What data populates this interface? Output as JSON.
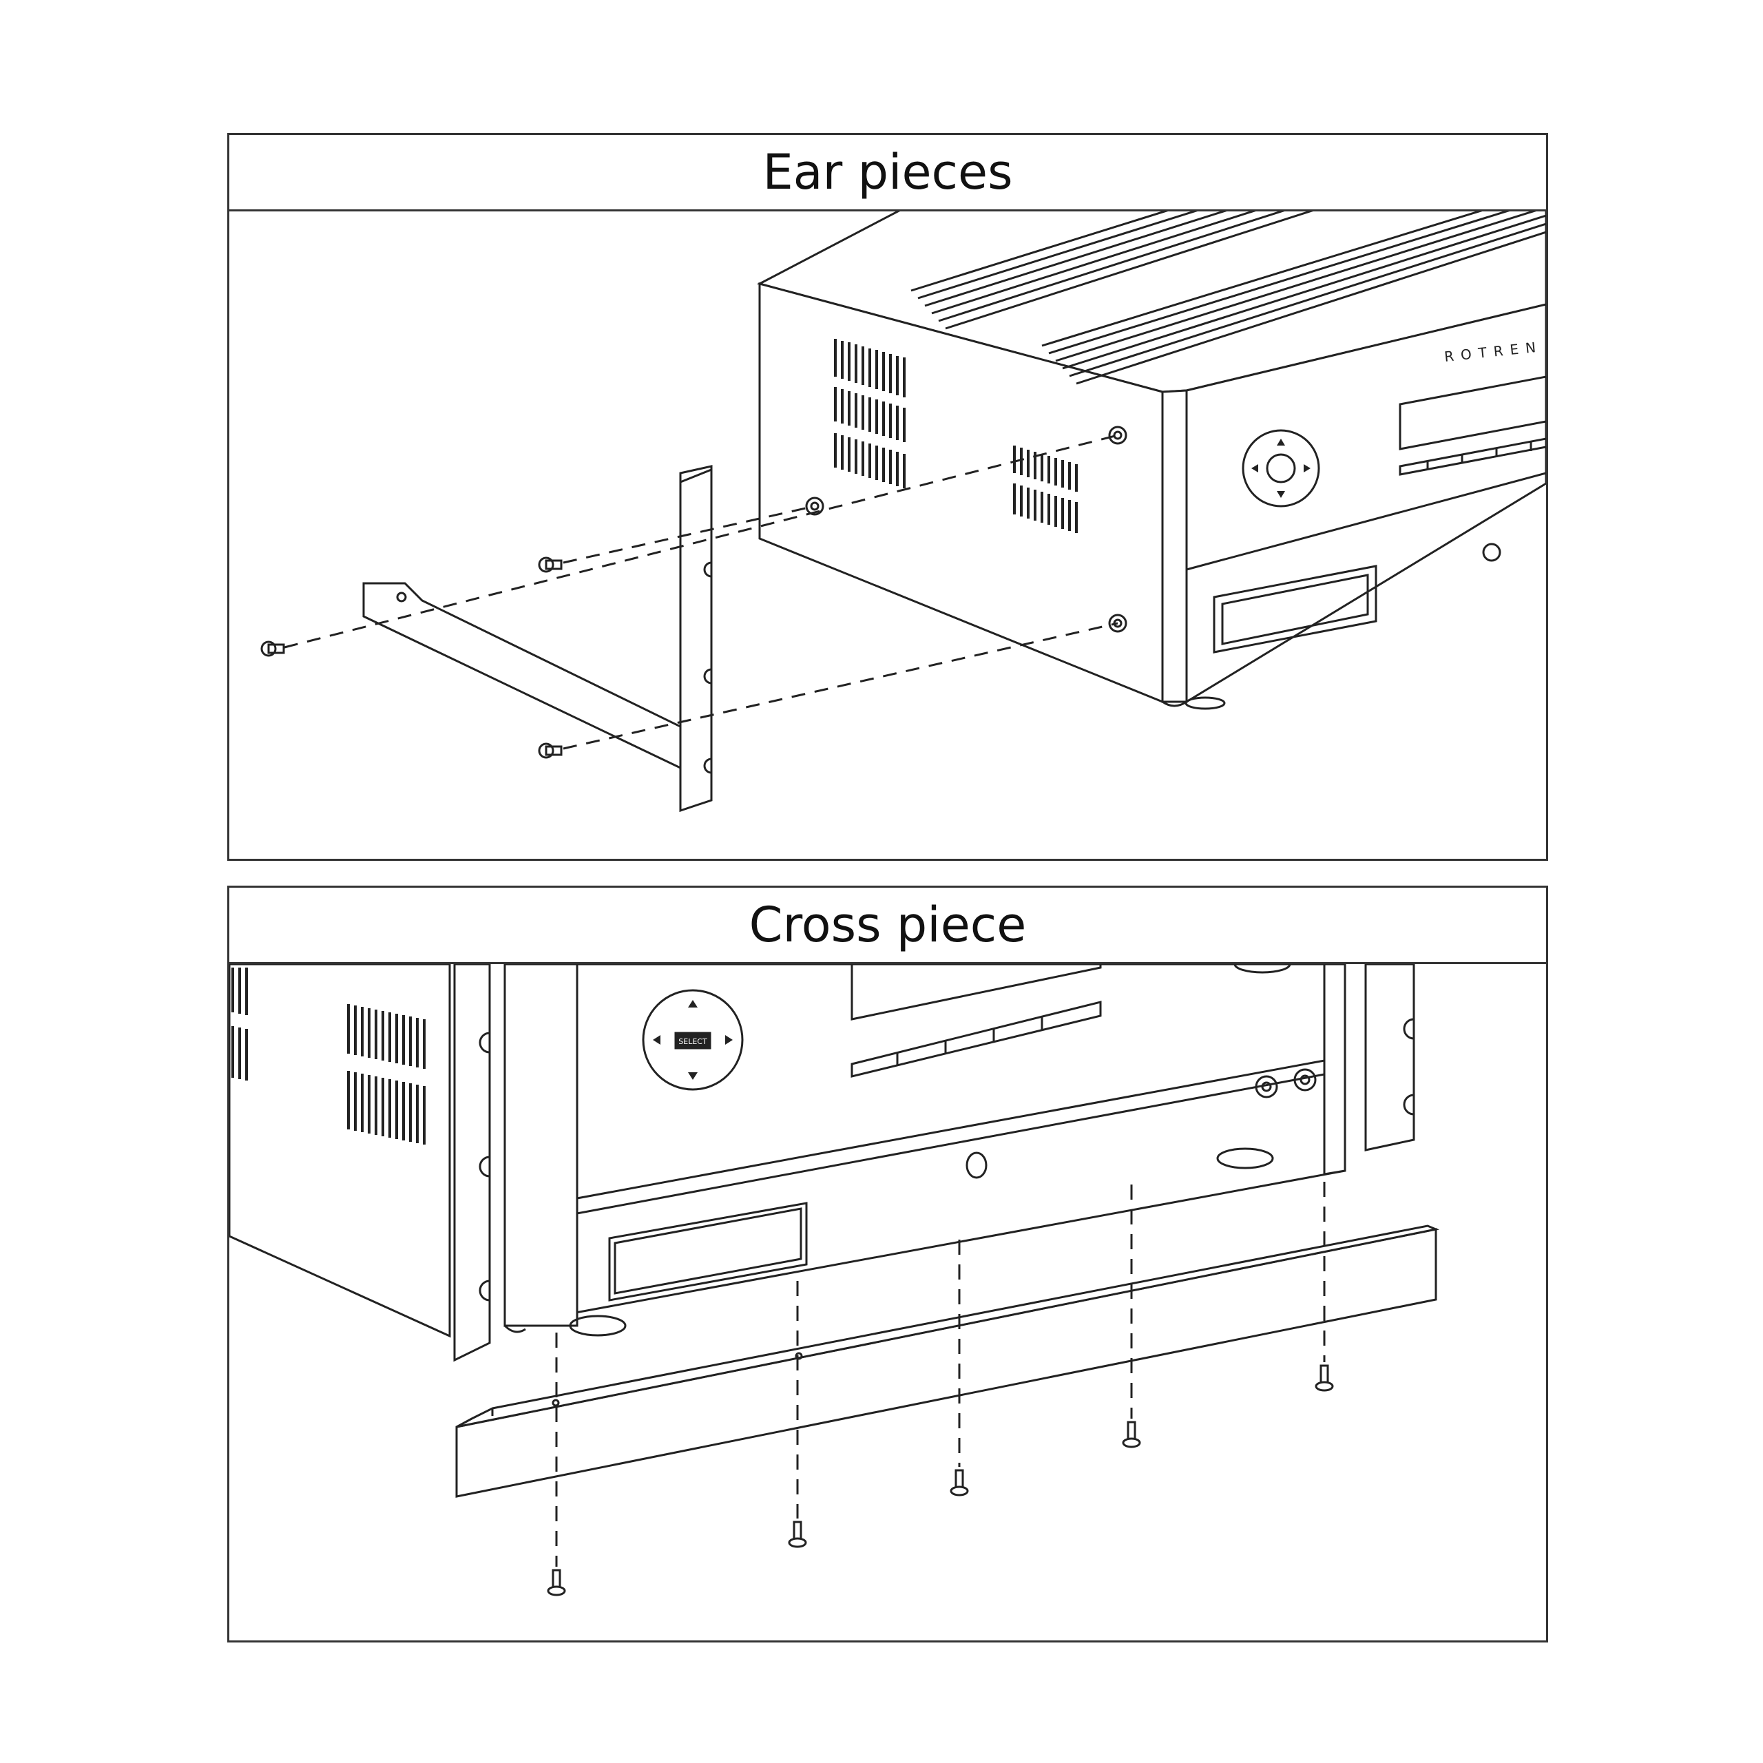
{
  "panels": [
    {
      "title": "Ear pieces"
    },
    {
      "title": "Cross piece"
    }
  ],
  "device": {
    "brand": "ROTREN",
    "select_label": "SELECT"
  }
}
